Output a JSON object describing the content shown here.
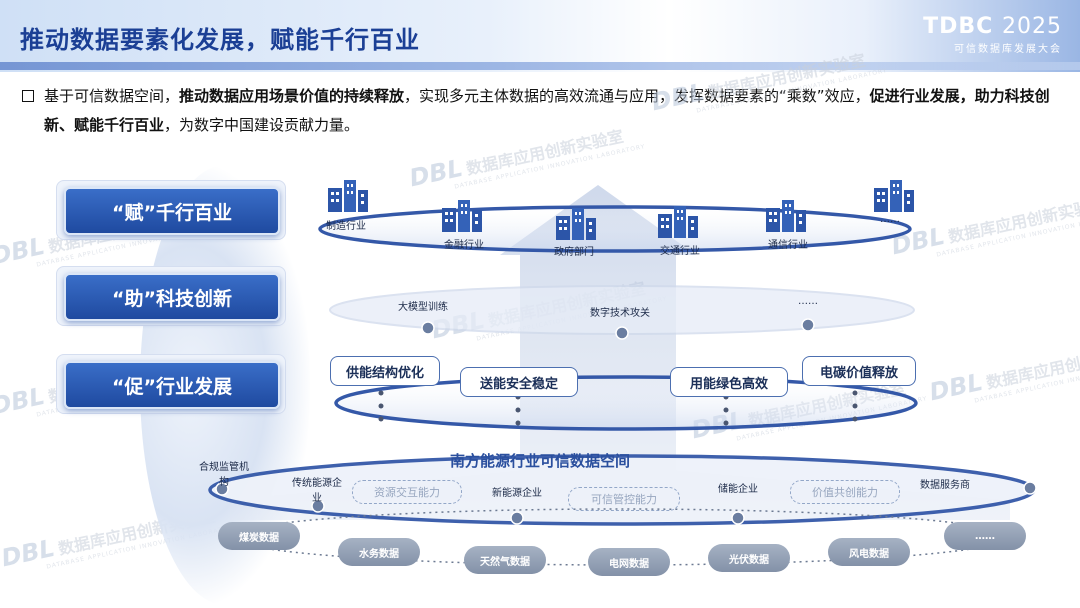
{
  "header": {
    "title": "推动数据要素化发展，赋能千行百业",
    "brand_main": "TDBC",
    "brand_year": "2025",
    "brand_sub": "可信数据库发展大会"
  },
  "intro": {
    "seg1": "基于可信数据空间，",
    "seg2": "推动数据应用场景价值的持续释放",
    "seg3": "，实现多元主体数据的高效流通与应用，发挥数据要素的“乘数”效应，",
    "seg4": "促进行业发展，助力科技创新、赋能千行百业",
    "seg5": "，为数字中国建设贡献力量。"
  },
  "left_buttons": [
    {
      "label": "“赋”千行百业"
    },
    {
      "label": "“助”科技创新"
    },
    {
      "label": "“促”行业发展"
    }
  ],
  "industries": [
    "制造行业",
    "金融行业",
    "政府部门",
    "交通行业",
    "通信行业",
    "……"
  ],
  "tech_layer": [
    "大模型训练",
    "数字技术攻关",
    "……"
  ],
  "energy_layer": [
    "供能结构优化",
    "送能安全稳定",
    "用能绿色高效",
    "电碳价值释放"
  ],
  "space_title": "南方能源行业可信数据空间",
  "participants": [
    "合规监管机构",
    "传统能源企业",
    "新能源企业",
    "储能企业",
    "数据服务商"
  ],
  "capabilities": [
    "资源交互能力",
    "可信管控能力",
    "价值共创能力"
  ],
  "data_sources": [
    "煤炭数据",
    "水务数据",
    "天然气数据",
    "电网数据",
    "光伏数据",
    "风电数据",
    "……"
  ],
  "watermark": {
    "logo": "DBL",
    "text": "数据库应用创新实验室",
    "sub": "DATABASE APPLICATION INNOVATION LABORATORY"
  },
  "colors": {
    "primary": "#1f4aa0",
    "title": "#1b3f95",
    "ring": "#3458a8"
  }
}
